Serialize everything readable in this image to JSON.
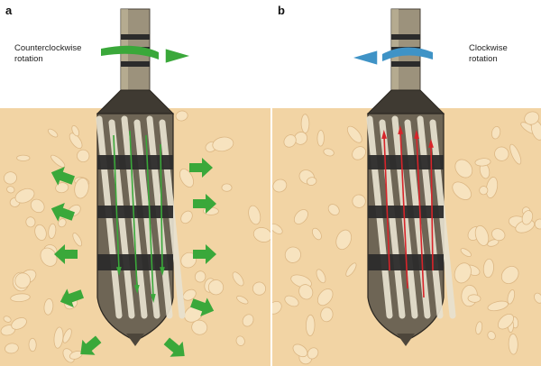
{
  "panels": [
    {
      "letter": "a",
      "rotation_line1": "Counterclockwise",
      "rotation_line2": "rotation",
      "rotation_arrow_color": "#3aa83a",
      "flow_arrow_color": "#3aa83a",
      "flow_direction": "down",
      "chip_arrows": "outward"
    },
    {
      "letter": "b",
      "rotation_line1": "Clockwise",
      "rotation_line2": "rotation",
      "rotation_arrow_color": "#3f93c6",
      "flow_arrow_color": "#d8242a",
      "flow_direction": "up",
      "chip_arrows": "none"
    }
  ],
  "colors": {
    "bone": "#f2d4a4",
    "bone_pore": "#f7e3bf",
    "drill_body": "#6e6555",
    "drill_band": "#2b2b2b",
    "flute": "#e8e2d0"
  }
}
